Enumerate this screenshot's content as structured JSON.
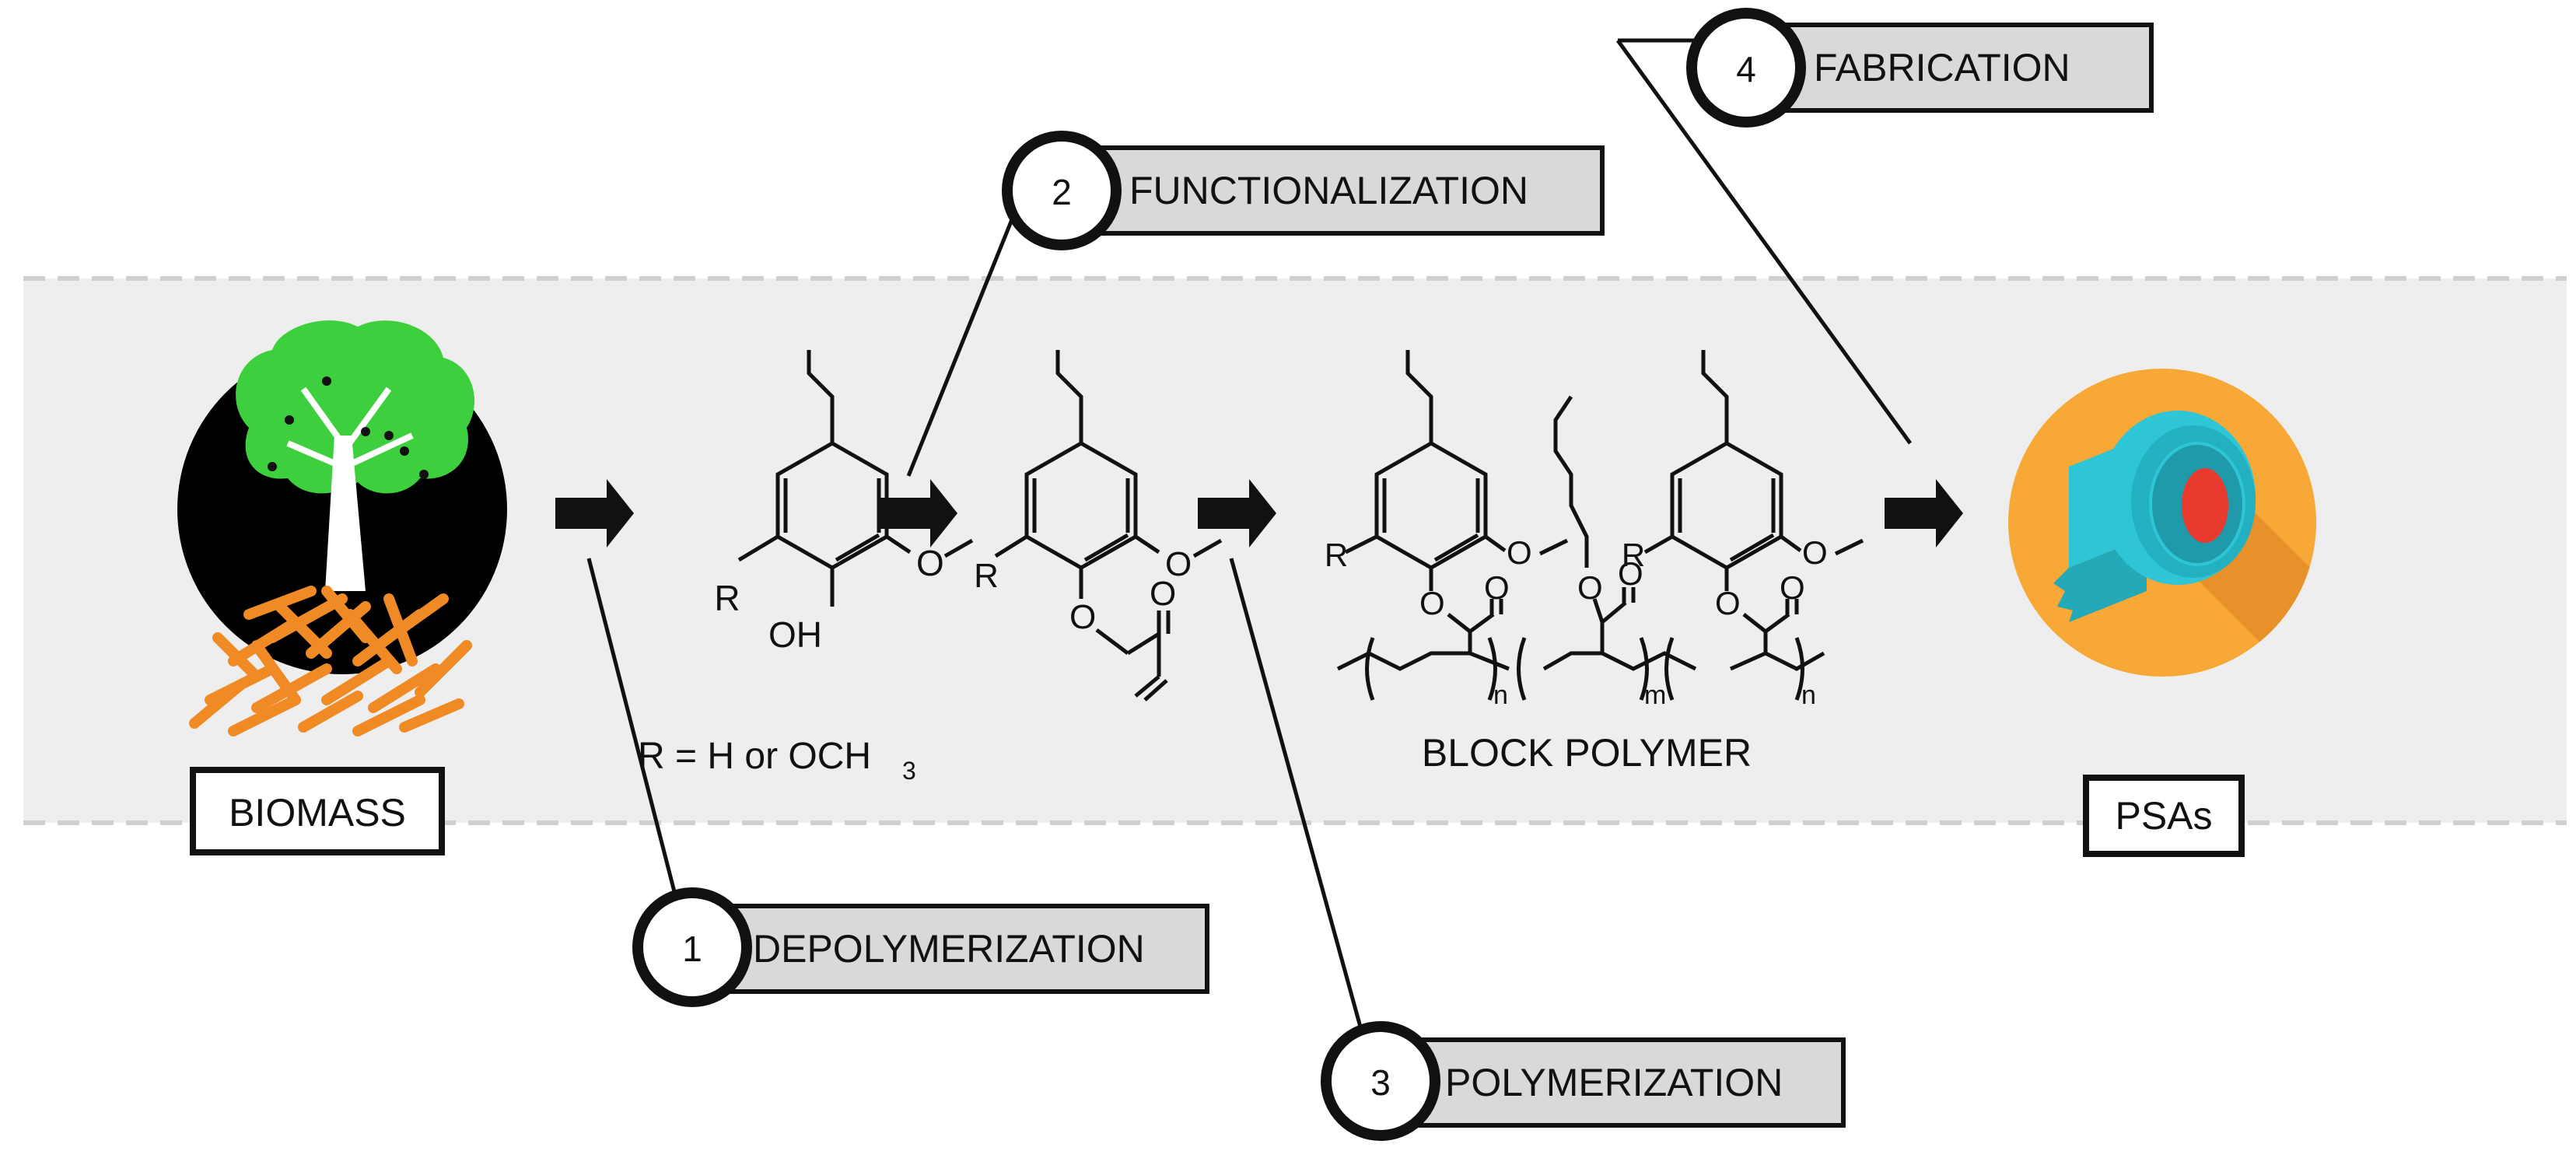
{
  "steps": [
    {
      "number": "1",
      "label": "DEPOLYMERIZATION"
    },
    {
      "number": "2",
      "label": "FUNCTIONALIZATION"
    },
    {
      "number": "3",
      "label": "POLYMERIZATION"
    },
    {
      "number": "4",
      "label": "FABRICATION"
    }
  ],
  "nodes": {
    "biomass": "BIOMASS",
    "psas": "PSAs",
    "block_polymer": "BLOCK POLYMER"
  },
  "chem": {
    "r": "R",
    "oh": "OH",
    "r_definition": "R = H or OCH",
    "r_definition_sub": "3",
    "o": "O",
    "n": "n",
    "m": "m"
  },
  "colors": {
    "band": "#eeeeee",
    "label_box": "#d9d9d9",
    "tree_green": "#3ecf3e",
    "roots": "#f08a24",
    "badge_orange": "#f7a836",
    "tape_cyan": "#2ec6d6",
    "tape_red": "#e83a2e"
  }
}
